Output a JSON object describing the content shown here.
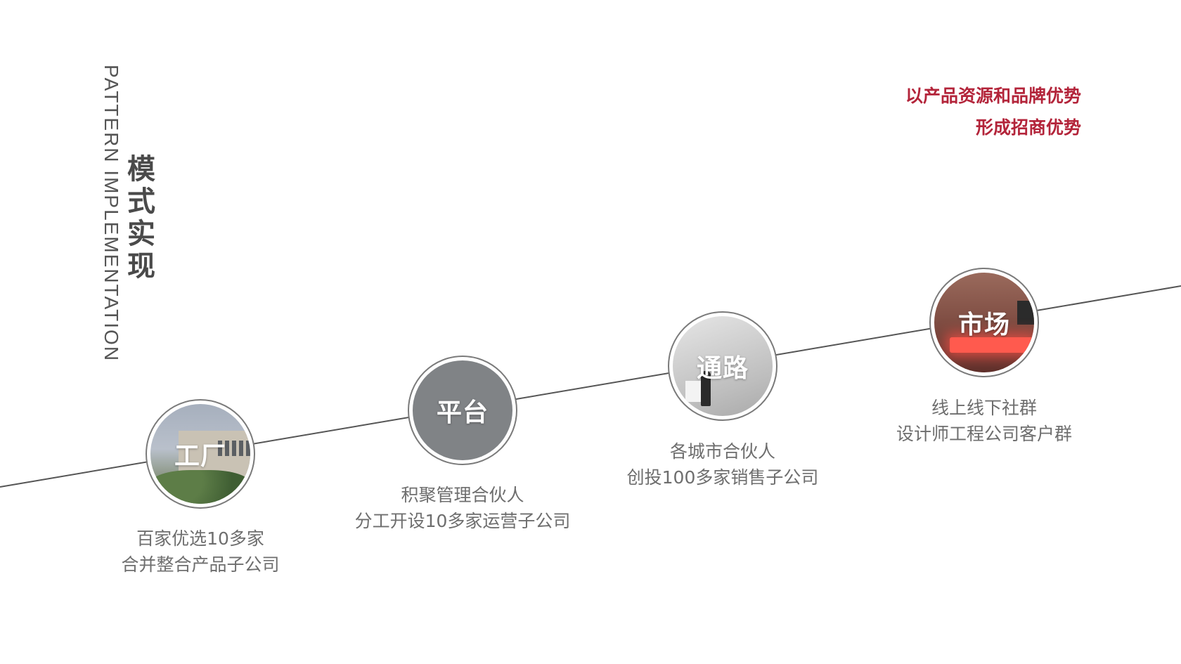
{
  "header": {
    "title_en": "PATTERN IMPLEMENTATION",
    "title_cn": [
      "模",
      "式",
      "实",
      "现"
    ]
  },
  "slogan": {
    "line1": "以产品资源和品牌优势",
    "line2": "形成招商优势"
  },
  "steps": [
    {
      "label": "工厂",
      "desc_line1": "百家优选10多家",
      "desc_line2": "合并整合产品子公司"
    },
    {
      "label": "平台",
      "desc_line1": "积聚管理合伙人",
      "desc_line2": "分工开设10多家运营子公司"
    },
    {
      "label": "通路",
      "desc_line1": "各城市合伙人",
      "desc_line2": "创投100多家销售子公司"
    },
    {
      "label": "市场",
      "desc_line1": "线上线下社群",
      "desc_line2": "设计师工程公司客户群"
    }
  ],
  "colors": {
    "accent": "#b3243a",
    "text": "#6e6e6e",
    "line": "#555555"
  }
}
